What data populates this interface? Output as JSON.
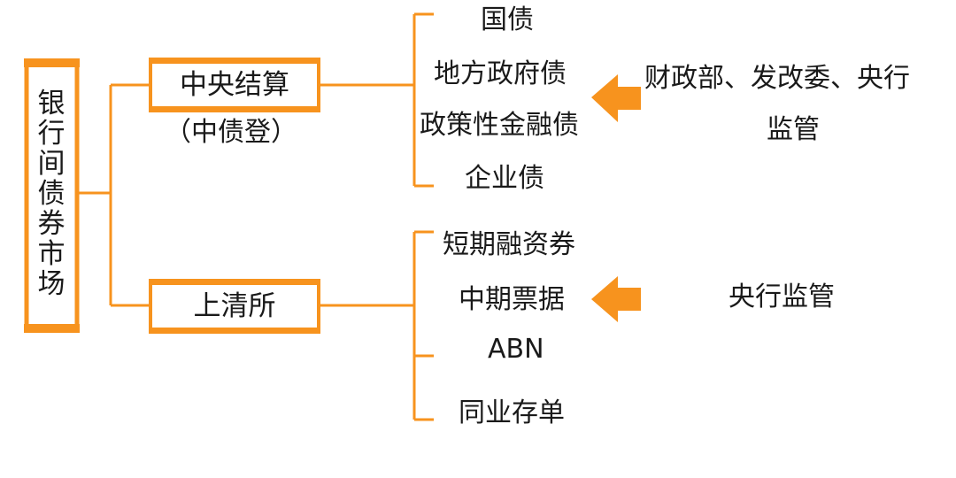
{
  "colors": {
    "accent": "#f7931e",
    "text": "#1a1a1a"
  },
  "root": {
    "label": "银行间债券市场"
  },
  "branches": [
    {
      "label": "中央结算",
      "sublabel": "（中债登）",
      "items": [
        "国债",
        "地方政府债",
        "政策性金融债",
        "企业债"
      ],
      "regulator": {
        "line1": "财政部、发改委、央行",
        "line2": "监管"
      }
    },
    {
      "label": "上清所",
      "items": [
        "短期融资券",
        "中期票据",
        "ABN",
        "同业存单"
      ],
      "regulator": {
        "line1": "央行监管"
      }
    }
  ]
}
